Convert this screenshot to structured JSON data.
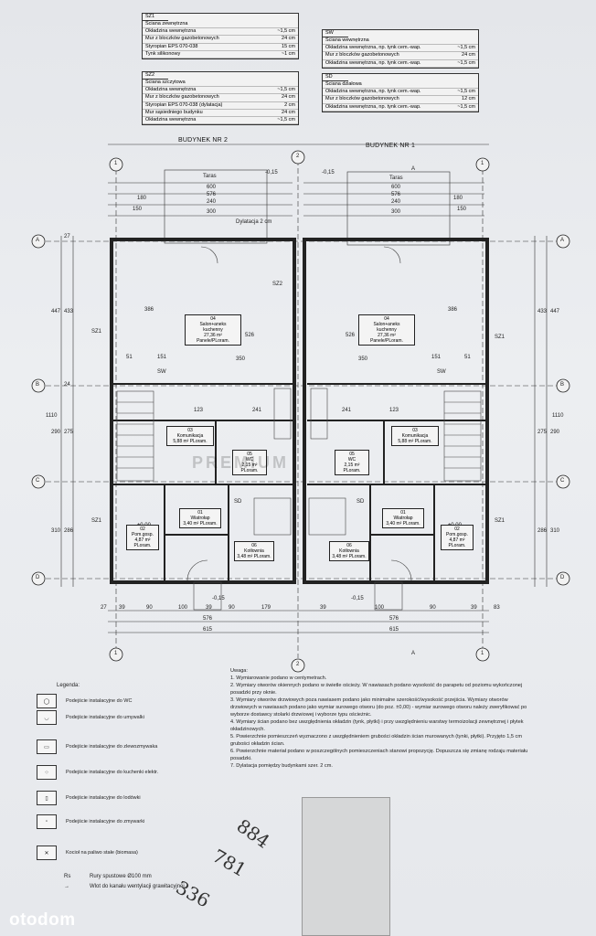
{
  "wall_specs": [
    {
      "code": "SZ1",
      "rows": [
        [
          "Ściana zewnętrzna",
          ""
        ],
        [
          "Okładzina wewnętrzna",
          "~1,5 cm"
        ],
        [
          "Mur z bloczków gazobetonowych",
          "24 cm"
        ],
        [
          "Styropian EPS 070-038",
          "15 cm"
        ],
        [
          "Tynk silikonowy",
          "~1 cm"
        ]
      ]
    },
    {
      "code": "SW",
      "rows": [
        [
          "Ściana wewnętrzna",
          ""
        ],
        [
          "Okładzina wewnętrzna, np. tynk cem.-wap.",
          "~1,5 cm"
        ],
        [
          "Mur z bloczków gazobetonowych",
          "24 cm"
        ],
        [
          "Okładzina wewnętrzna, np. tynk cem.-wap.",
          "~1,5 cm"
        ]
      ]
    },
    {
      "code": "SZ2",
      "rows": [
        [
          "Ściana szczytowa",
          ""
        ],
        [
          "Okładzina wewnętrzna",
          "~1,5 cm"
        ],
        [
          "Mur z bloczków gazobetonowych",
          "24 cm"
        ],
        [
          "Styropian EPS 070-038 (dylatacja)",
          "2 cm"
        ],
        [
          "Mur sąsiedniego budynku",
          "24 cm"
        ],
        [
          "Okładzina wewnętrzna",
          "~1,5 cm"
        ]
      ]
    },
    {
      "code": "SD",
      "rows": [
        [
          "Ściana działowa",
          ""
        ],
        [
          "Okładzina wewnętrzna, np. tynk cem.-wap.",
          "~1,5 cm"
        ],
        [
          "Mur z bloczków gazobetonowych",
          "12 cm"
        ],
        [
          "Okładzina wewnętrzna, np. tynk cem.-wap.",
          "~1,5 cm"
        ]
      ]
    }
  ],
  "buildings": {
    "left": "BUDYNEK NR 2",
    "right": "BUDYNEK NR 1"
  },
  "axes": {
    "rows": [
      "A",
      "B",
      "C",
      "D"
    ],
    "cols": [
      "1",
      "2",
      "1",
      "2"
    ]
  },
  "rooms": [
    {
      "id": "r1",
      "label": "04\nSalon+aneks\nkuchenny\n27,36 m² Panele/PLoram."
    },
    {
      "id": "r2",
      "label": "04\nSalon+aneks\nkuchenny\n27,36 m² Panele/PLoram."
    },
    {
      "id": "r3",
      "label": "03\nKomunikacja\n5,88 m² PLoram."
    },
    {
      "id": "r4",
      "label": "03\nKomunikacja\n5,88 m² PLoram."
    },
    {
      "id": "r5",
      "label": "05\nWC\n2,15 m² PLoram."
    },
    {
      "id": "r6",
      "label": "05\nWC\n2,15 m² PLoram."
    },
    {
      "id": "r7",
      "label": "01\nWiatrołap\n3,40 m² PLoram."
    },
    {
      "id": "r8",
      "label": "01\nWiatrołap\n3,40 m² PLoram."
    },
    {
      "id": "r9",
      "label": "02\nPom.gosp.\n4,87 m² PLoram."
    },
    {
      "id": "r10",
      "label": "02\nPom.gosp.\n4,87 m² PLoram."
    },
    {
      "id": "r11",
      "label": "06\nKotłownia\n3,48 m² PLoram."
    },
    {
      "id": "r12",
      "label": "06\nKotłownia\n3,48 m² PLoram."
    }
  ],
  "plan_labels": {
    "taras": "Taras",
    "dylatacja": "Dylatacja 2 cm",
    "wall_sz1": "SZ1",
    "wall_sz2": "SZ2",
    "wall_sw": "SW",
    "wall_sd": "SD",
    "dims_top": [
      "600",
      "576",
      "240",
      "180",
      "150",
      "300",
      "180",
      "150",
      "300"
    ],
    "dims_mid": [
      "386",
      "350",
      "151",
      "51",
      "123",
      "241",
      "526"
    ],
    "dims_bottom": [
      "39",
      "90",
      "100",
      "39",
      "90",
      "179",
      "39",
      "100",
      "90",
      "39",
      "576",
      "615",
      "27",
      "83"
    ],
    "dims_side": [
      "447",
      "433",
      "24",
      "275",
      "290",
      "310",
      "286",
      "1110",
      "27"
    ],
    "levels": [
      "-0,15",
      "±0,00",
      "-0,15"
    ],
    "section": "A"
  },
  "legend": {
    "title": "Legenda:",
    "items": [
      "Podejście instalacyjne do WC",
      "Podejście instalacyjne do umywalki",
      "Podejście instalacyjne do zlewozmywaka",
      "Podejście instalacyjne do kuchenki elektr.",
      "Podejście instalacyjne do lodówki",
      "Podejście instalacyjne do zmywarki",
      "Kocioł na paliwo stałe (biomasa)"
    ],
    "rs_code": "Rs",
    "rs_text": "Rury spustowe Ø100 mm",
    "vent_text": "Wlot do kanału wentylacji grawitacyjnej"
  },
  "notes": {
    "title": "Uwaga:",
    "items": [
      "1. Wymiarowanie podano w centymetrach.",
      "2. Wymiary otworów okiennych podano w świetle ościeży. W nawiasach podano wysokość do parapetu od poziomu wykończonej posadzki przy oknie.",
      "3. Wymiary otworów drzwiowych poza nawiasem podano jako minimalne szerokość/wysokość przejścia. Wymiary otworów drzwiowych w nawiasach podano jako wymiar surowego otworu (do poz. ±0,00) - wymiar surowego otworu należy zweryfikować po wyborze dostawcy stolarki drzwiowej i wyborze typu ościeżnic.",
      "4. Wymiary ścian podano bez uwzględnienia okładzin (tynk, płytki) i przy uwzględnieniu warstwy termoizolacji zewnętrznej i płytek okładzinowych.",
      "5. Powierzchnie pomieszczeń wyznaczono z uwzględnieniem grubości okładzin ścian murowanych (tynki, płytki). Przyjęto 1,5 cm grubości okładzin ścian.",
      "6. Powierzchnie materiał podano w poszczególnych pomieszczeniach stanowi propozycję. Dopuszcza się zmianę rodzaju materiału posadzki.",
      "7. Dylatacja pomiędzy budynkami szer. 2 cm."
    ]
  },
  "handwriting": [
    "884",
    "781",
    "336"
  ],
  "watermark": "PREMIUM",
  "brand": "otodom",
  "colors": {
    "paper": "#e9ebee",
    "ink": "#222222",
    "wall": "#2a2a2a"
  }
}
